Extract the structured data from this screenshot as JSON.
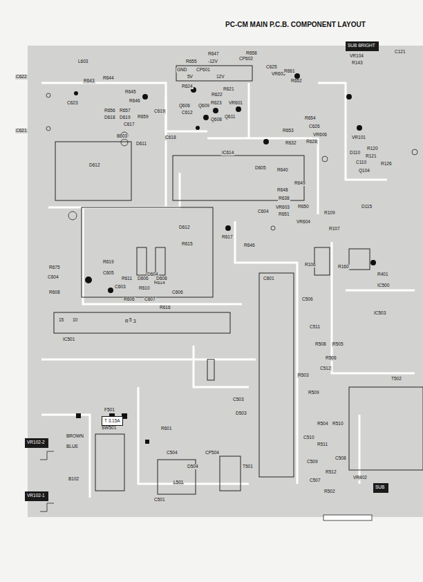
{
  "diagram": {
    "title": "PC-CM MAIN P.C.B. COMPONENT LAYOUT",
    "nodes": [
      {
        "text": [
          "T 3.15A"
        ]
      },
      {
        "text": [
          "SUB BRIGHT"
        ]
      },
      {
        "text": [
          "VR102-2"
        ]
      },
      {
        "text": [
          "VR102-1"
        ]
      },
      {
        "text": [
          "SUB"
        ]
      }
    ],
    "labels": [
      "R647",
      "R655",
      "-12V",
      "CP602",
      "GND",
      "CP601",
      "5V",
      "12V",
      "C625",
      "VR605",
      "R658",
      "L603",
      "R643",
      "R644",
      "R645",
      "R646",
      "R656",
      "R657",
      "D618",
      "D619",
      "C617",
      "R659",
      "C619",
      "C623",
      "C622",
      "C621",
      "D612",
      "D611",
      "B603",
      "C618",
      "R624",
      "Q606",
      "C612",
      "Q609",
      "Q608",
      "R622",
      "R623",
      "VR601",
      "R621",
      "Q611",
      "R654",
      "C626",
      "VR606",
      "R653",
      "R628",
      "R632",
      "R652",
      "R661",
      "D605",
      "R640",
      "R648",
      "R638",
      "VR603",
      "R651",
      "R649",
      "R650",
      "VR604",
      "C604",
      "R615",
      "D612",
      "R617",
      "R646",
      "R109",
      "R107",
      "R106",
      "R160",
      "D115",
      "VR104",
      "R143",
      "C121",
      "VR101",
      "R120",
      "R121",
      "R126",
      "C110",
      "Q104",
      "D110",
      "R401",
      "IC500",
      "IC503",
      "T502",
      "VR402",
      "R675",
      "C604",
      "R608",
      "R619",
      "C605",
      "R611",
      "C603",
      "R610",
      "D604",
      "R614",
      "C606",
      "R606",
      "C607",
      "R616",
      "R613",
      "IC501",
      "15",
      "10",
      "5",
      "F501",
      "BROWN",
      "BLUE",
      "R601",
      "C503",
      "D503",
      "C601",
      "C506",
      "C511",
      "R508",
      "R505",
      "R506",
      "C512",
      "R503",
      "R509",
      "R510",
      "R504",
      "C510",
      "R511",
      "C509",
      "C507",
      "R512",
      "C508",
      "R502",
      "C504",
      "D504",
      "CP504",
      "L501",
      "C501",
      "SW501",
      "B102",
      "D606",
      "D608",
      "IC614",
      "T501"
    ]
  }
}
